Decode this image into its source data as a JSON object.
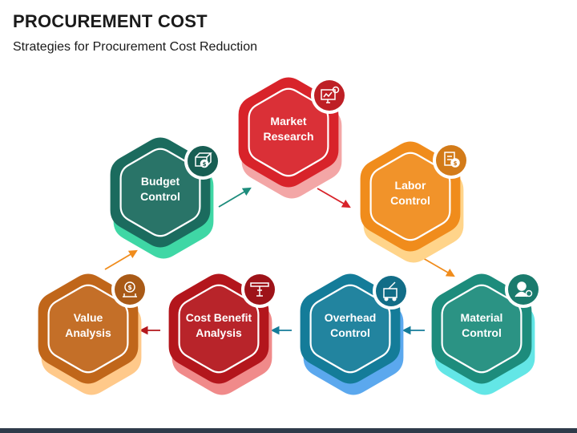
{
  "header": {
    "title": "PROCUREMENT COST",
    "subtitle": "Strategies for Procurement Cost Reduction"
  },
  "colors": {
    "green": "#1b6b5e",
    "red": "#d8232a",
    "orange": "#f08c1c",
    "teal": "#1d8c7c",
    "blue": "#147c99",
    "darkred": "#b3161c",
    "brown": "#c0661a",
    "bottom_bar": "#2f3b4a"
  },
  "strategies": [
    {
      "lines": [
        "Budget",
        "Control"
      ],
      "icon": "money-box-icon"
    },
    {
      "lines": [
        "Market",
        "Research"
      ],
      "icon": "analytics-monitor-icon"
    },
    {
      "lines": [
        "Labor",
        "Control"
      ],
      "icon": "worker-cost-icon"
    },
    {
      "lines": [
        "Material",
        "Control"
      ],
      "icon": "person-gear-icon"
    },
    {
      "lines": [
        "Overhead",
        "Control"
      ],
      "icon": "cleaning-cart-icon"
    },
    {
      "lines": [
        "Cost Benefit",
        "Analysis"
      ],
      "icon": "scale-ruler-icon"
    },
    {
      "lines": [
        "Value",
        "Analysis"
      ],
      "icon": "dollar-receipt-icon"
    }
  ]
}
